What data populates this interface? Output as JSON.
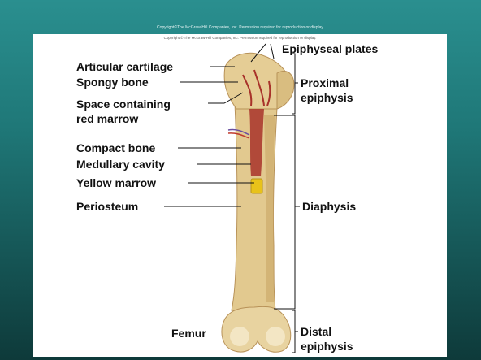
{
  "slide": {
    "copyright_top": "Copyright©The McGraw-Hill Companies, Inc. Permission required for reproduction or display."
  },
  "figure": {
    "copyright_inner": "Copyright © The McGraw-Hill Companies, Inc. Permission required for reproduction or display.",
    "labels_left": {
      "articular_cartilage": "Articular cartilage",
      "spongy_bone": "Spongy bone",
      "space_red_marrow_1": "Space containing",
      "space_red_marrow_2": "red marrow",
      "compact_bone": "Compact bone",
      "medullary_cavity": "Medullary cavity",
      "yellow_marrow": "Yellow marrow",
      "periosteum": "Periosteum",
      "femur": "Femur"
    },
    "labels_right": {
      "epiphyseal_plates": "Epiphyseal plates",
      "proximal_1": "Proximal",
      "proximal_2": "epiphysis",
      "diaphysis": "Diaphysis",
      "distal_1": "Distal",
      "distal_2": "epiphysis"
    }
  },
  "colors": {
    "bone": "#e2c98f",
    "bone_shadow": "#c9a766",
    "marrow_red": "#a8322a",
    "marrow_yellow": "#e8c21a",
    "leader": "#111111"
  }
}
